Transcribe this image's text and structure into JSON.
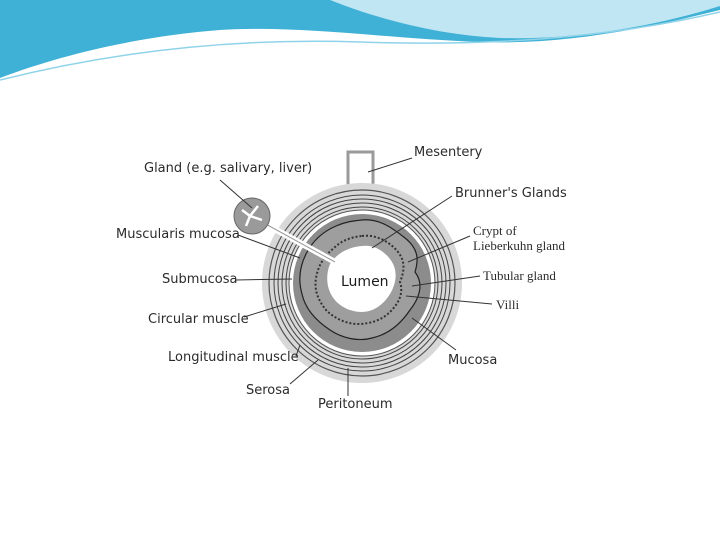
{
  "theme": {
    "wave_dark": "#3fb1d6",
    "wave_light": "#bfe6f2",
    "background": "#ffffff"
  },
  "labels": {
    "gland": "Gland (e.g. salivary, liver)",
    "mesentery": "Mesentery",
    "brunners_glands": "Brunner's Glands",
    "muscularis_mucosa": "Muscularis mucosa",
    "crypt_line1": "Crypt of",
    "crypt_line2": "Lieberkuhn gland",
    "submucosa": "Submucosa",
    "lumen": "Lumen",
    "tubular_gland": "Tubular gland",
    "circular_muscle": "Circular muscle",
    "villi": "Villi",
    "longitudinal_muscle": "Longitudinal muscle",
    "mucosa": "Mucosa",
    "serosa": "Serosa",
    "peritoneum": "Peritoneum"
  }
}
